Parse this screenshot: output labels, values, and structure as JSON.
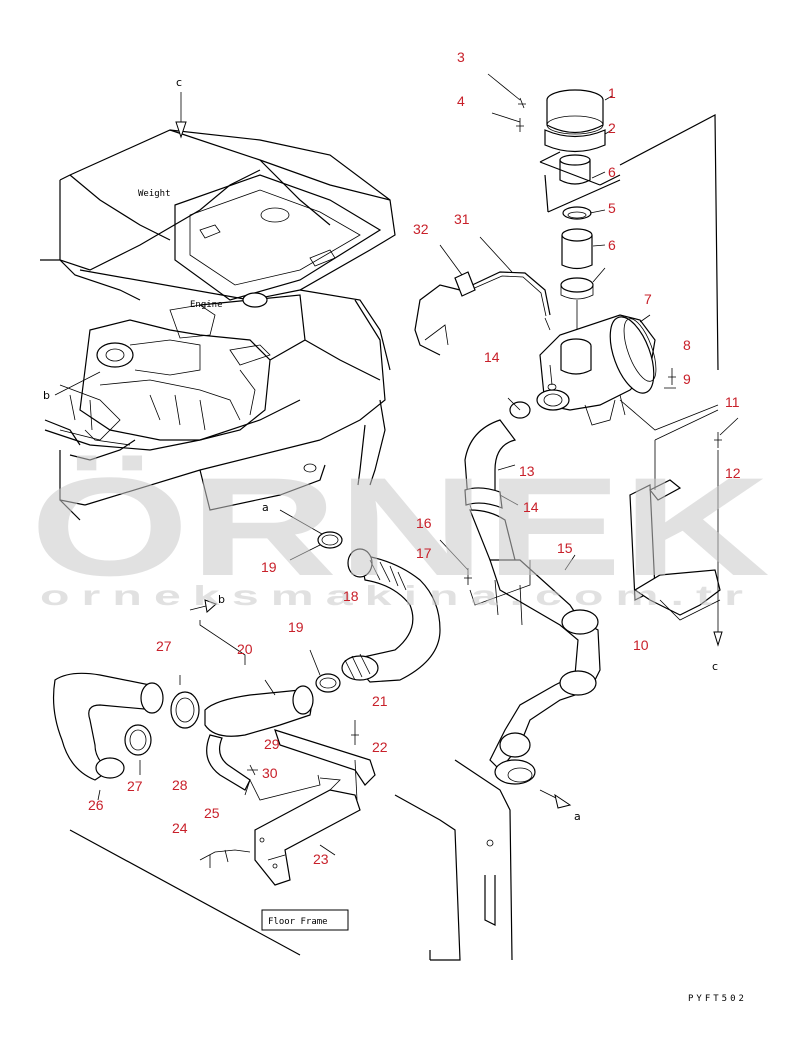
{
  "labels": {
    "weight": "Weight",
    "engine": "Engine",
    "floor_frame": "Floor Frame",
    "drawing_code": "PYFT502"
  },
  "view_letters": {
    "c_top": "c",
    "c_bottom": "c",
    "b_left": "b",
    "b_arrow": "b",
    "a_top": "a",
    "a_bottom": "a"
  },
  "watermark": {
    "brand": "ÖRNEK",
    "url": "orneksmakina.com.tr"
  },
  "callouts": [
    "1",
    "2",
    "3",
    "4",
    "5",
    "6",
    "6",
    "7",
    "8",
    "9",
    "10",
    "11",
    "12",
    "13",
    "14",
    "14",
    "15",
    "16",
    "17",
    "18",
    "19",
    "19",
    "20",
    "21",
    "22",
    "23",
    "24",
    "25",
    "26",
    "27",
    "27",
    "28",
    "29",
    "30",
    "31",
    "32"
  ],
  "colors": {
    "callout": "#c8202a",
    "line": "#000000",
    "watermark": "#c9c9c9"
  }
}
